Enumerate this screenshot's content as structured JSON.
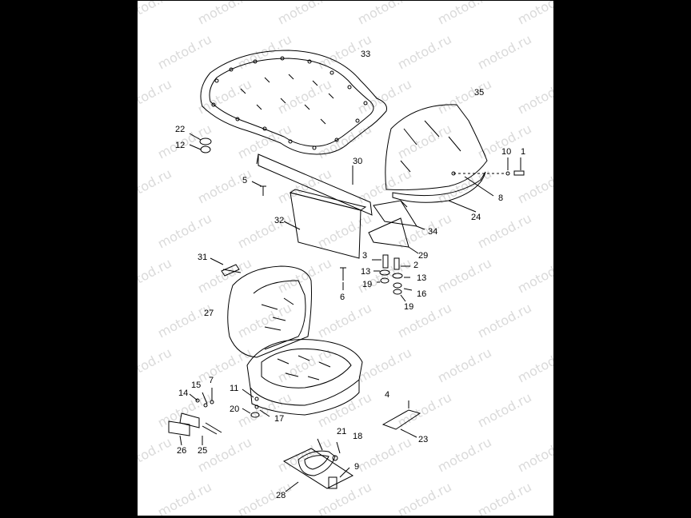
{
  "diagram": {
    "watermark_text": "motod.ru",
    "part_numbers": [
      "1",
      "2",
      "3",
      "4",
      "5",
      "6",
      "7",
      "8",
      "9",
      "10",
      "11",
      "12",
      "13",
      "13",
      "14",
      "15",
      "16",
      "17",
      "18",
      "19",
      "19",
      "20",
      "21",
      "22",
      "23",
      "24",
      "25",
      "26",
      "27",
      "28",
      "29",
      "30",
      "31",
      "32",
      "33",
      "34",
      "35"
    ],
    "colors": {
      "background": "#ffffff",
      "line": "#000000",
      "watermark": "#bdbdbd",
      "outside": "#000000"
    }
  }
}
